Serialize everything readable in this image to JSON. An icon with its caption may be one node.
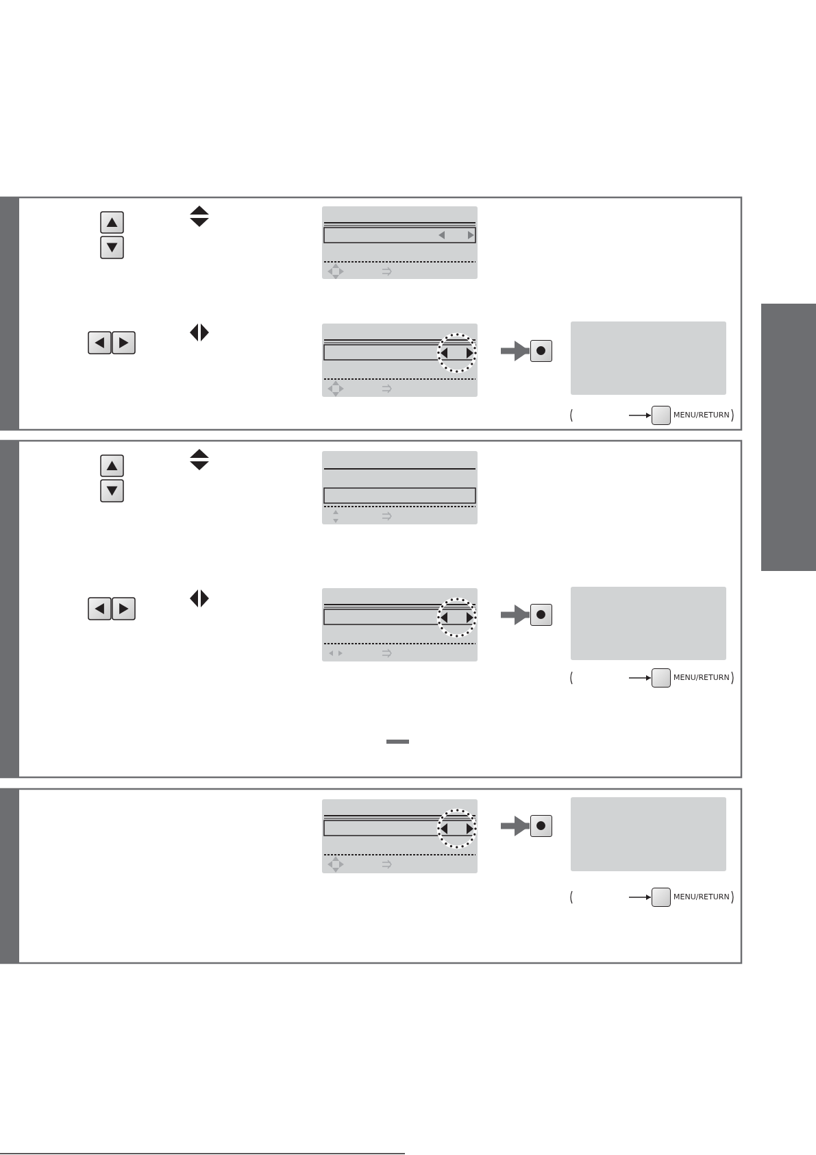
{
  "diagram": {
    "nodes": [
      {
        "text": [],
        "shape": "box"
      },
      {
        "text": [],
        "shape": "box"
      },
      {
        "text": [],
        "shape": "box"
      },
      {
        "text": [],
        "shape": "box"
      },
      {
        "text": [],
        "shape": "box",
        "beside": [
          "MENU/RETURN"
        ]
      },
      {
        "text": [],
        "shape": "box"
      },
      {
        "text": [],
        "shape": "box"
      },
      {
        "text": [],
        "shape": "box"
      },
      {
        "text": [],
        "shape": "box"
      },
      {
        "text": [],
        "shape": "box",
        "beside": [
          "MENU/RETURN"
        ]
      },
      {
        "text": [],
        "shape": "box"
      },
      {
        "text": [],
        "shape": "box"
      },
      {
        "text": [],
        "shape": "box"
      },
      {
        "text": [],
        "shape": "box",
        "beside": [
          "MENU/RETURN"
        ]
      },
      {
        "text": [],
        "shape": "bar"
      }
    ],
    "edges": [
      {
        "from": null,
        "to": 2,
        "arrow": "to",
        "style": "thick",
        "color": "#6d6e71"
      },
      {
        "from": null,
        "to": 4,
        "arrow": "to"
      },
      {
        "from": null,
        "to": 7,
        "arrow": "to",
        "style": "thick",
        "color": "#6d6e71"
      },
      {
        "from": null,
        "to": 9,
        "arrow": "to"
      },
      {
        "from": null,
        "to": 11,
        "arrow": "to",
        "style": "thick",
        "color": "#6d6e71"
      },
      {
        "from": null,
        "to": 13,
        "arrow": "to"
      }
    ]
  }
}
